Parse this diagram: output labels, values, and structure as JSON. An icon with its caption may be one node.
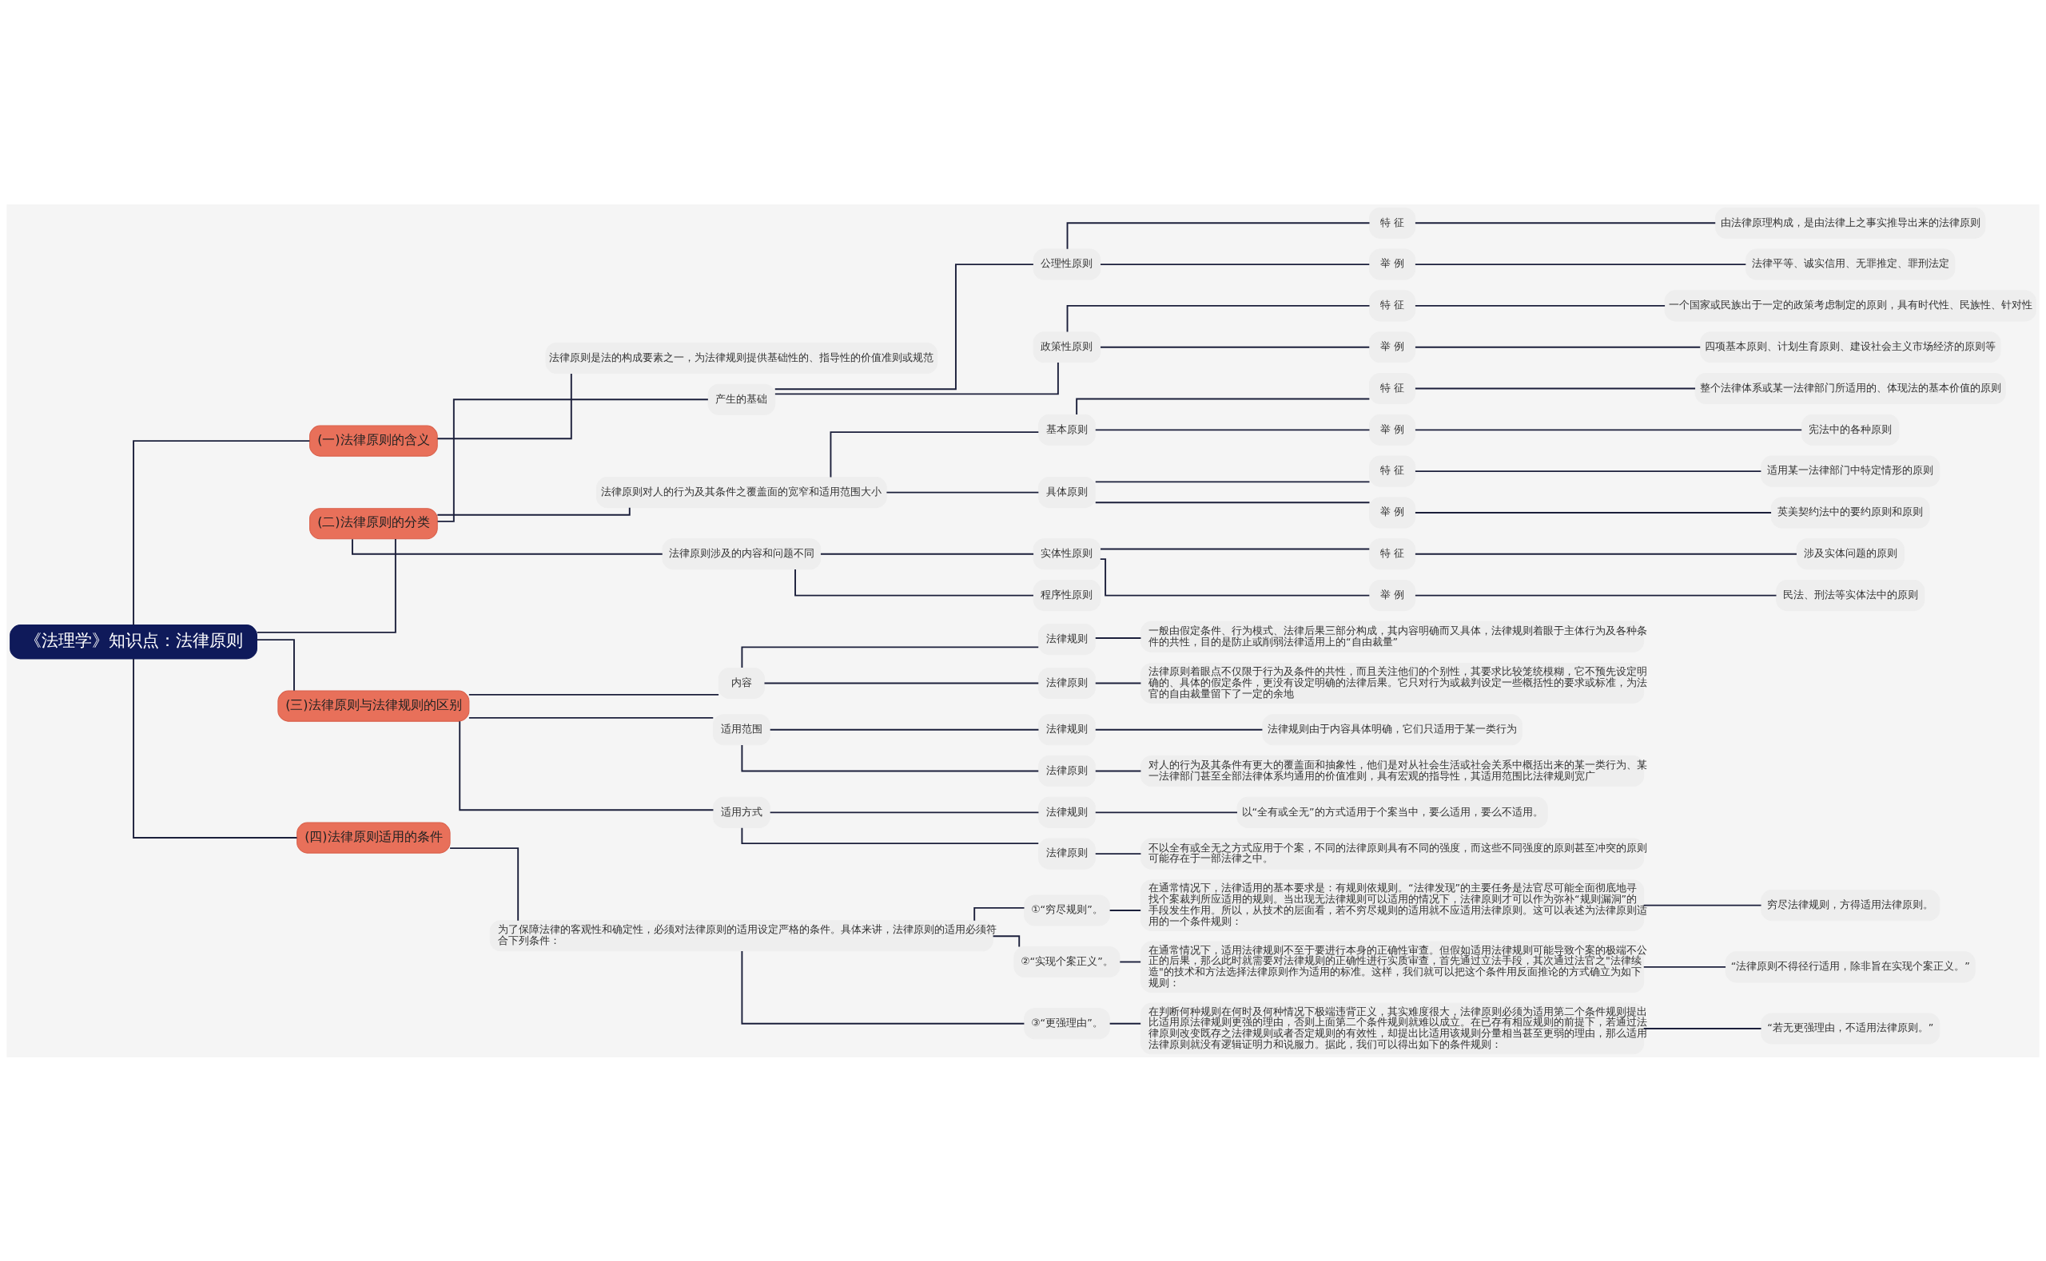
{
  "diagram": {
    "nodes": [
      {
        "text": [
          "《法理学》知识点：法律原则"
        ]
      },
      {
        "text": [
          "(一)法律原则的含义"
        ]
      },
      {
        "text": [
          "法律原则是法的构成要素之一，为法律规则提供基础性的、指导性的价值准则或规范"
        ]
      },
      {
        "text": [
          "(二)法律原则的分类"
        ]
      },
      {
        "text": [
          "产生的基础"
        ]
      },
      {
        "text": [
          "公理性原则"
        ]
      },
      {
        "text": [
          "特 征"
        ]
      },
      {
        "text": [
          "由法律原理构成，是由法律上之事实推导出来的法律原则"
        ]
      },
      {
        "text": [
          "举 例"
        ]
      },
      {
        "text": [
          "法律平等、诚实信用、无罪推定、罪刑法定"
        ]
      },
      {
        "text": [
          "政策性原则"
        ]
      },
      {
        "text": [
          "特 征"
        ]
      },
      {
        "text": [
          "一个国家或民族出于一定的政策考虑制定的原则，具有时代性、民族性、针对性"
        ]
      },
      {
        "text": [
          "举 例"
        ]
      },
      {
        "text": [
          "四项基本原则、计划生育原则、建设社会主义市场经济的原则等"
        ]
      },
      {
        "text": [
          "法律原则对人的行为及其条件之覆盖面的宽窄和适用范围大小"
        ]
      },
      {
        "text": [
          "基本原则"
        ]
      },
      {
        "text": [
          "特 征"
        ]
      },
      {
        "text": [
          "整个法律体系或某一法律部门所适用的、体现法的基本价值的原则"
        ]
      },
      {
        "text": [
          "举 例"
        ]
      },
      {
        "text": [
          "宪法中的各种原则"
        ]
      },
      {
        "text": [
          "具体原则"
        ]
      },
      {
        "text": [
          "特 征"
        ]
      },
      {
        "text": [
          "适用某一法律部门中特定情形的原则"
        ]
      },
      {
        "text": [
          "举 例"
        ]
      },
      {
        "text": [
          "英美契约法中的要约原则和原则"
        ]
      },
      {
        "text": [
          "法律原则涉及的内容和问题不同"
        ]
      },
      {
        "text": [
          "实体性原则"
        ]
      },
      {
        "text": [
          "特 征"
        ]
      },
      {
        "text": [
          "涉及实体问题的原则"
        ]
      },
      {
        "text": [
          "举 例"
        ]
      },
      {
        "text": [
          "民法、刑法等实体法中的原则"
        ]
      },
      {
        "text": [
          "程序性原则"
        ]
      },
      {
        "text": [
          "(三)法律原则与法律规则的区别"
        ]
      },
      {
        "text": [
          "内容"
        ]
      },
      {
        "text": [
          "法律规则"
        ]
      },
      {
        "text": [
          "一般由假定条件、行为模式、法律后果三部分构成，其内容明确而又具体，法律规则着眼于主体行为及各种条件的共性，目的是防止或削弱法律适用上的“自由裁量”"
        ]
      },
      {
        "text": [
          "法律原则"
        ]
      },
      {
        "text": [
          "法律原则着眼点不仅限于行为及条件的共性，而且关注他们的个别性，其要求比较笼统模糊，它不预先设定明确的、具体的假定条件，更没有设定明确的法律后果。它只对行为或裁判设定一些概括性的要求或标准，为法官的自由裁量留下了一定的余地"
        ]
      },
      {
        "text": [
          "适用范围"
        ]
      },
      {
        "text": [
          "法律规则"
        ]
      },
      {
        "text": [
          "法律规则由于内容具体明确，它们只适用于某一类行为"
        ]
      },
      {
        "text": [
          "法律原则"
        ]
      },
      {
        "text": [
          "对人的行为及其条件有更大的覆盖面和抽象性，他们是对从社会生活或社会关系中概括出来的某一类行为、某一法律部门甚至全部法律体系均通用的价值准则，具有宏观的指导性，其适用范围比法律规则宽广"
        ]
      },
      {
        "text": [
          "适用方式"
        ]
      },
      {
        "text": [
          "法律规则"
        ]
      },
      {
        "text": [
          "以“全有或全无”的方式适用于个案当中，要么适用，要么不适用。"
        ]
      },
      {
        "text": [
          "法律原则"
        ]
      },
      {
        "text": [
          "不以全有或全无之方式应用于个案，不同的法律原则具有不同的强度，而这些不同强度的原则甚至冲突的原则可能存在于一部法律之中。"
        ]
      },
      {
        "text": [
          "(四)法律原则适用的条件"
        ]
      },
      {
        "text": [
          "为了保障法律的客观性和确定性，必须对法律原则的适用设定严格的条件。具体来讲，法律原则的适用必须符合下列条件："
        ]
      },
      {
        "text": [
          "①“穷尽规则”。"
        ]
      },
      {
        "text": [
          "在通常情况下，法律适用的基本要求是：有规则依规则。“法律发现”的主要任务是法官尽可能全面彻底地寻找个案裁判所应适用的规则。当出现无法律规则可以适用的情况下，法律原则才可以作为弥补“规则漏洞”的手段发生作用。所以，从技术的层面看，若不穷尽规则的适用就不应适用法律原则。这可以表述为法律原则适用的一个条件规则："
        ]
      },
      {
        "text": [
          "穷尽法律规则，方得适用法律原则。"
        ]
      },
      {
        "text": [
          "②“实现个案正义”。"
        ]
      },
      {
        "text": [
          "在通常情况下，适用法律规则不至于要进行本身的正确性审查。但假如适用法律规则可能导致个案的极端不公正的后果，那么此时就需要对法律规则的正确性进行实质审查，首先通过立法手段，其次通过法官之\"法律续造\"的技术和方法选择法律原则作为适用的标准。这样，我们就可以把这个条件用反面推论的方式确立为如下规则："
        ]
      },
      {
        "text": [
          "“法律原则不得径行适用，除非旨在实现个案正义。”"
        ]
      },
      {
        "text": [
          "③“更强理由”。"
        ]
      },
      {
        "text": [
          "在判断何种规则在何时及何种情况下极端违背正义，其实难度很大，法律原则必须为适用第二个条件规则提出比适用原法律规则更强的理由，否则上面第二个条件规则就难以成立。在已存有相应规则的前提下，若通过法律原则改变既存之法律规则或者否定规则的有效性，却提出比适用该规则分量相当甚至更弱的理由，那么适用法律原则就没有逻辑证明力和说服力。据此，我们可以得出如下的条件规则："
        ]
      },
      {
        "text": [
          "“若无更强理由，不适用法律原则。”"
        ]
      }
    ],
    "edges": [
      {
        "from": 0,
        "to": 1,
        "arrow": "none"
      },
      {
        "from": 1,
        "to": 2,
        "arrow": "none"
      },
      {
        "from": 0,
        "to": 3,
        "arrow": "none"
      },
      {
        "from": 3,
        "to": 4,
        "arrow": "none"
      },
      {
        "from": 4,
        "to": 5,
        "arrow": "none"
      },
      {
        "from": 5,
        "to": 6,
        "arrow": "none"
      },
      {
        "from": 6,
        "to": 7,
        "arrow": "none"
      },
      {
        "from": 5,
        "to": 8,
        "arrow": "none"
      },
      {
        "from": 8,
        "to": 9,
        "arrow": "none"
      },
      {
        "from": 4,
        "to": 10,
        "arrow": "none"
      },
      {
        "from": 10,
        "to": 11,
        "arrow": "none"
      },
      {
        "from": 11,
        "to": 12,
        "arrow": "none"
      },
      {
        "from": 10,
        "to": 13,
        "arrow": "none"
      },
      {
        "from": 13,
        "to": 14,
        "arrow": "none"
      },
      {
        "from": 3,
        "to": 15,
        "arrow": "none"
      },
      {
        "from": 15,
        "to": 16,
        "arrow": "none"
      },
      {
        "from": 16,
        "to": 17,
        "arrow": "none"
      },
      {
        "from": 17,
        "to": 18,
        "arrow": "none"
      },
      {
        "from": 16,
        "to": 19,
        "arrow": "none"
      },
      {
        "from": 19,
        "to": 20,
        "arrow": "none"
      },
      {
        "from": 15,
        "to": 21,
        "arrow": "none"
      },
      {
        "from": 21,
        "to": 22,
        "arrow": "none"
      },
      {
        "from": 22,
        "to": 23,
        "arrow": "none"
      },
      {
        "from": 21,
        "to": 24,
        "arrow": "none"
      },
      {
        "from": 24,
        "to": 25,
        "arrow": "none"
      },
      {
        "from": 3,
        "to": 26,
        "arrow": "none"
      },
      {
        "from": 26,
        "to": 27,
        "arrow": "none"
      },
      {
        "from": 27,
        "to": 28,
        "arrow": "none"
      },
      {
        "from": 28,
        "to": 29,
        "arrow": "none"
      },
      {
        "from": 27,
        "to": 30,
        "arrow": "none"
      },
      {
        "from": 30,
        "to": 31,
        "arrow": "none"
      },
      {
        "from": 26,
        "to": 32,
        "arrow": "none"
      },
      {
        "from": 0,
        "to": 33,
        "arrow": "none"
      },
      {
        "from": 33,
        "to": 34,
        "arrow": "none"
      },
      {
        "from": 34,
        "to": 35,
        "arrow": "none"
      },
      {
        "from": 35,
        "to": 36,
        "arrow": "none"
      },
      {
        "from": 34,
        "to": 37,
        "arrow": "none"
      },
      {
        "from": 37,
        "to": 38,
        "arrow": "none"
      },
      {
        "from": 33,
        "to": 39,
        "arrow": "none"
      },
      {
        "from": 39,
        "to": 40,
        "arrow": "none"
      },
      {
        "from": 40,
        "to": 41,
        "arrow": "none"
      },
      {
        "from": 39,
        "to": 42,
        "arrow": "none"
      },
      {
        "from": 42,
        "to": 43,
        "arrow": "none"
      },
      {
        "from": 33,
        "to": 44,
        "arrow": "none"
      },
      {
        "from": 44,
        "to": 45,
        "arrow": "none"
      },
      {
        "from": 45,
        "to": 46,
        "arrow": "none"
      },
      {
        "from": 44,
        "to": 47,
        "arrow": "none"
      },
      {
        "from": 47,
        "to": 48,
        "arrow": "none"
      },
      {
        "from": 0,
        "to": 49,
        "arrow": "none"
      },
      {
        "from": 49,
        "to": 50,
        "arrow": "none"
      },
      {
        "from": 50,
        "to": 51,
        "arrow": "none"
      },
      {
        "from": 51,
        "to": 52,
        "arrow": "none"
      },
      {
        "from": 52,
        "to": 53,
        "arrow": "none"
      },
      {
        "from": 50,
        "to": 54,
        "arrow": "none"
      },
      {
        "from": 54,
        "to": 55,
        "arrow": "none"
      },
      {
        "from": 55,
        "to": 56,
        "arrow": "none"
      },
      {
        "from": 50,
        "to": 57,
        "arrow": "none"
      },
      {
        "from": 57,
        "to": 58,
        "arrow": "none"
      },
      {
        "from": 58,
        "to": 59,
        "arrow": "none"
      }
    ]
  }
}
